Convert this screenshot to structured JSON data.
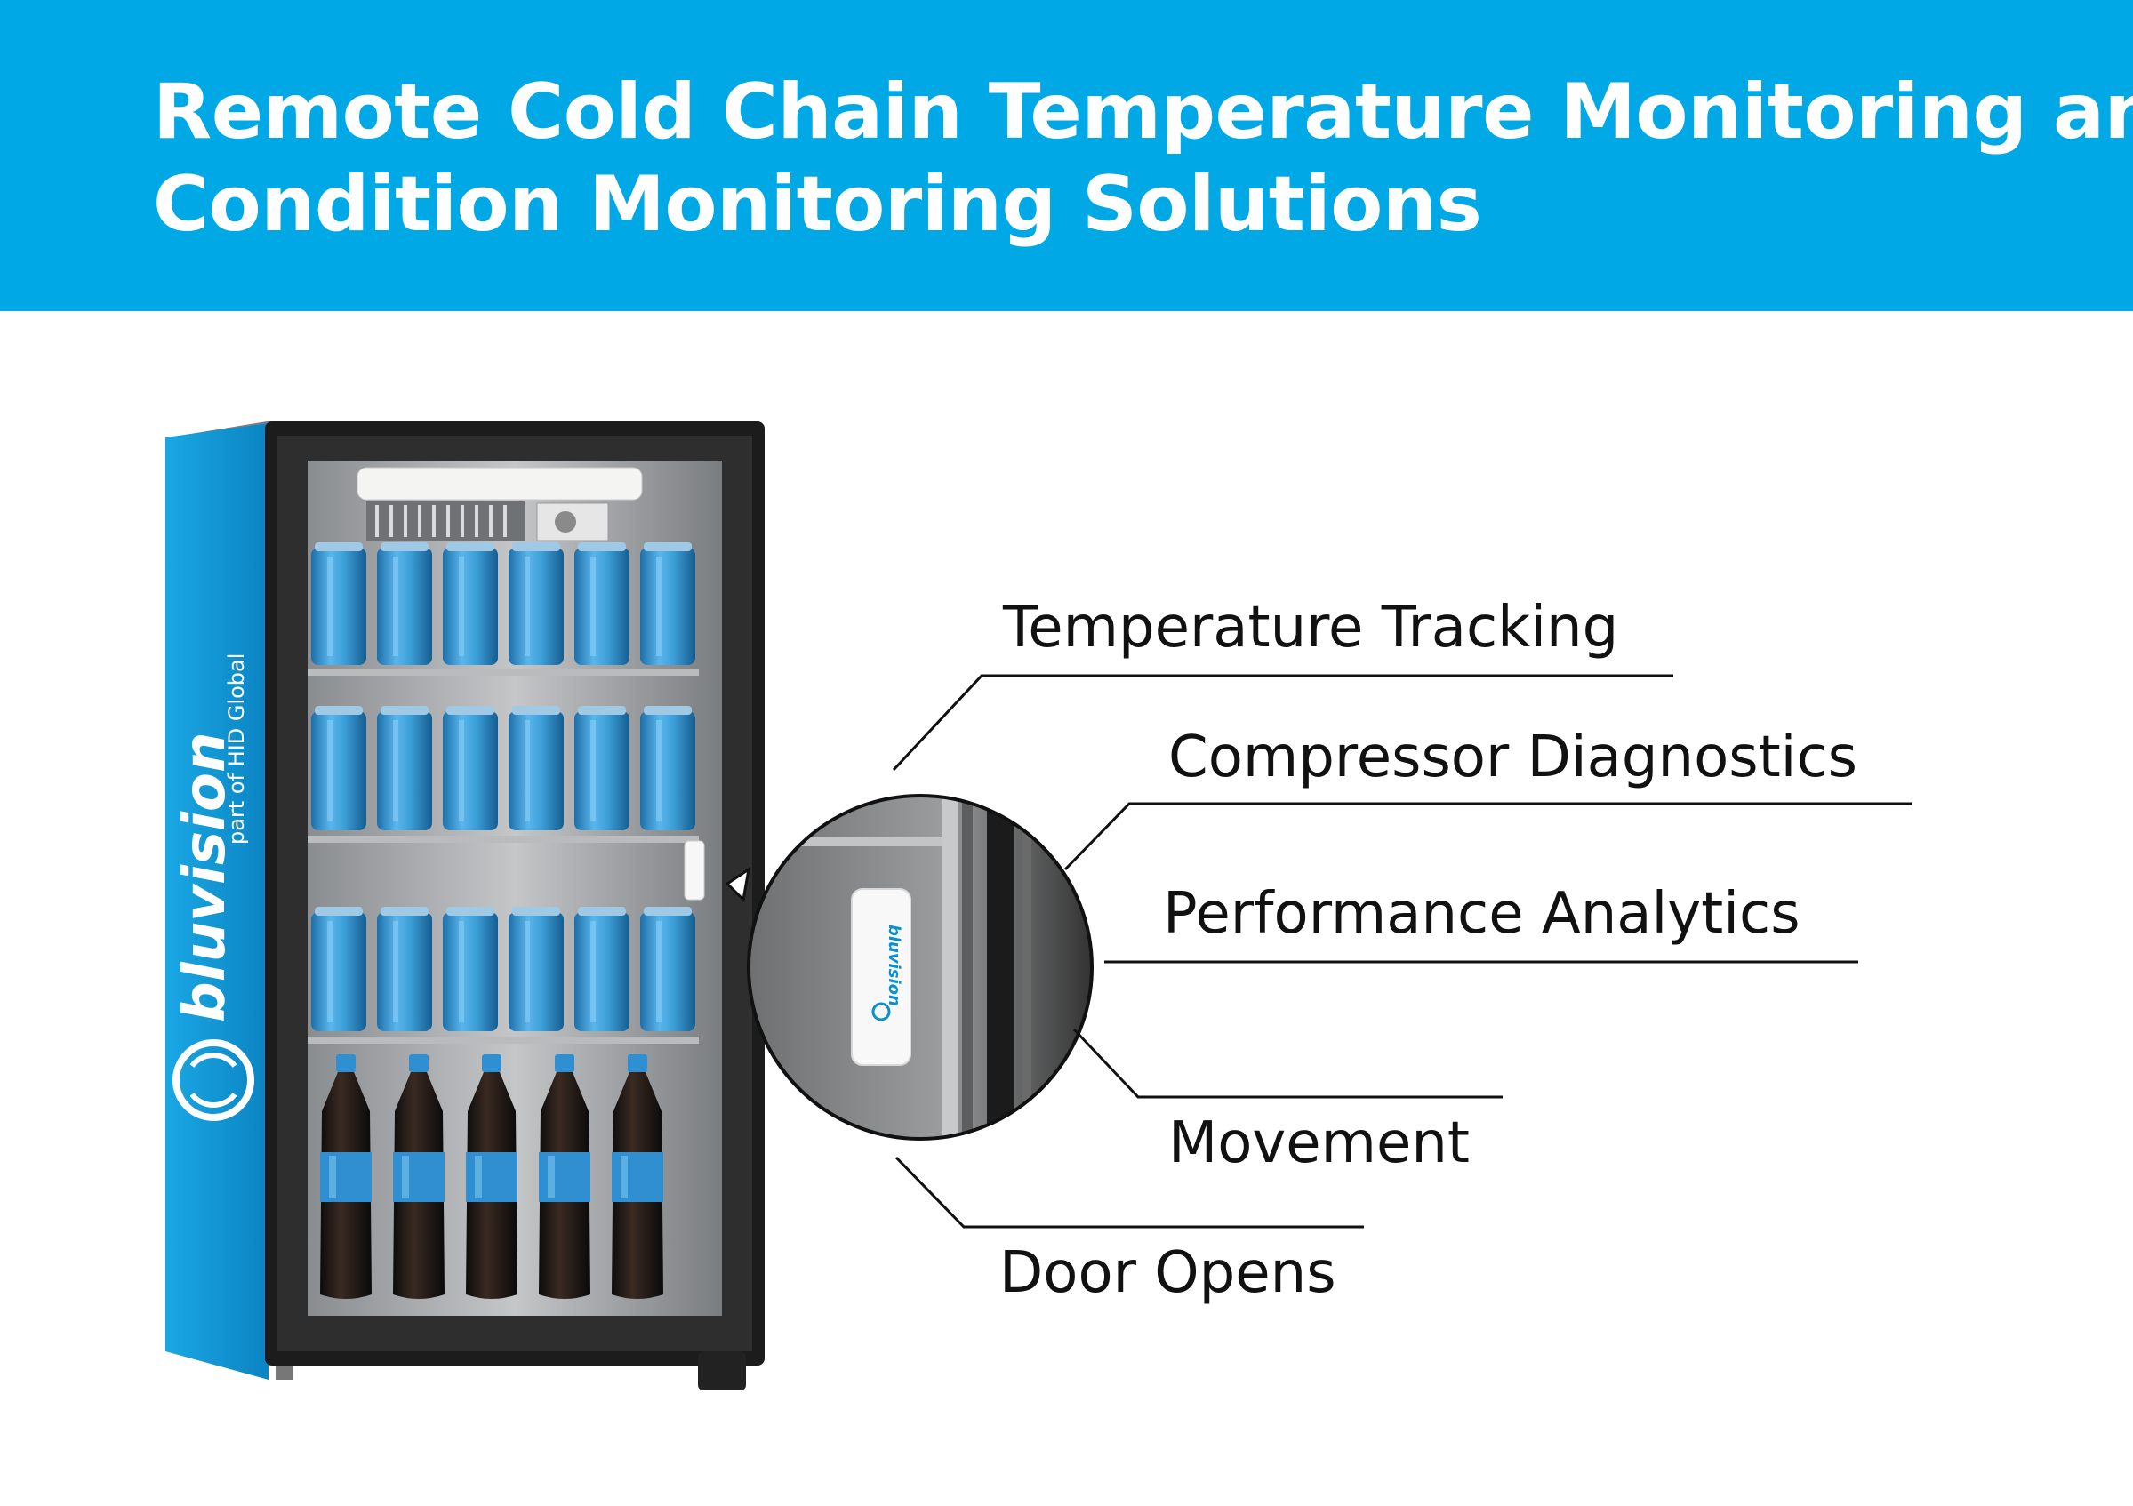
{
  "header": {
    "title_line1": "Remote Cold Chain Temperature Monitoring and",
    "title_line2": "Condition Monitoring Solutions"
  },
  "features": [
    "Temperature Tracking",
    "Compressor Diagnostics",
    "Performance Analytics",
    "Movement",
    "Door Opens"
  ],
  "fridge": {
    "brand": "bluvision",
    "sub_brand": "part of HID Global"
  },
  "sensor": {
    "brand": "bluvision"
  },
  "colors": {
    "banner": "#00a8e6",
    "fridge_side": "#0f97d4",
    "can": "#3d9fd8",
    "line": "#111111"
  }
}
